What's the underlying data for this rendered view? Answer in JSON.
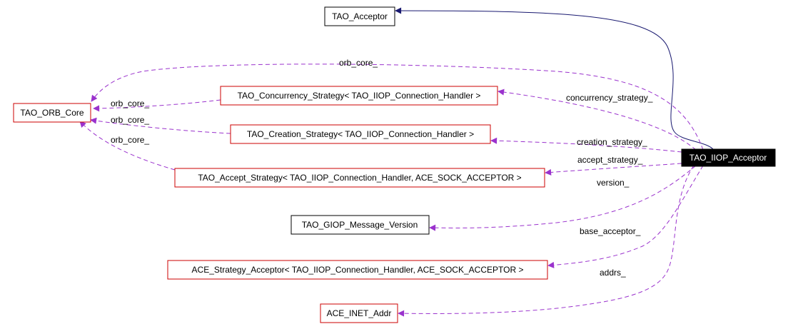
{
  "colors": {
    "uses_edge": "#9a32cd",
    "inherit_edge": "#191970",
    "box_border_red": "#cc0000",
    "box_border_black": "#000000",
    "focus_fill": "#000000",
    "focus_text": "#ffffff"
  },
  "nodes": {
    "tao_acceptor": "TAO_Acceptor",
    "tao_orb_core": "TAO_ORB_Core",
    "concurrency_strategy": "TAO_Concurrency_Strategy< TAO_IIOP_Connection_Handler >",
    "creation_strategy": "TAO_Creation_Strategy< TAO_IIOP_Connection_Handler >",
    "accept_strategy": "TAO_Accept_Strategy< TAO_IIOP_Connection_Handler, ACE_SOCK_ACCEPTOR >",
    "tao_iiop_acceptor": "TAO_IIOP_Acceptor",
    "giop_message_version": "TAO_GIOP_Message_Version",
    "ace_strategy_acceptor": "ACE_Strategy_Acceptor< TAO_IIOP_Connection_Handler, ACE_SOCK_ACCEPTOR >",
    "ace_inet_addr": "ACE_INET_Addr"
  },
  "edge_labels": {
    "orb_core_top": "orb_core_",
    "orb_core_concurrency": "orb_core_",
    "orb_core_creation": "orb_core_",
    "orb_core_accept": "orb_core_",
    "concurrency_strategy": "concurrency_strategy_",
    "creation_strategy": "creation_strategy_",
    "accept_strategy": "accept_strategy_",
    "version": "version_",
    "base_acceptor": "base_acceptor_",
    "addrs": "addrs_"
  }
}
